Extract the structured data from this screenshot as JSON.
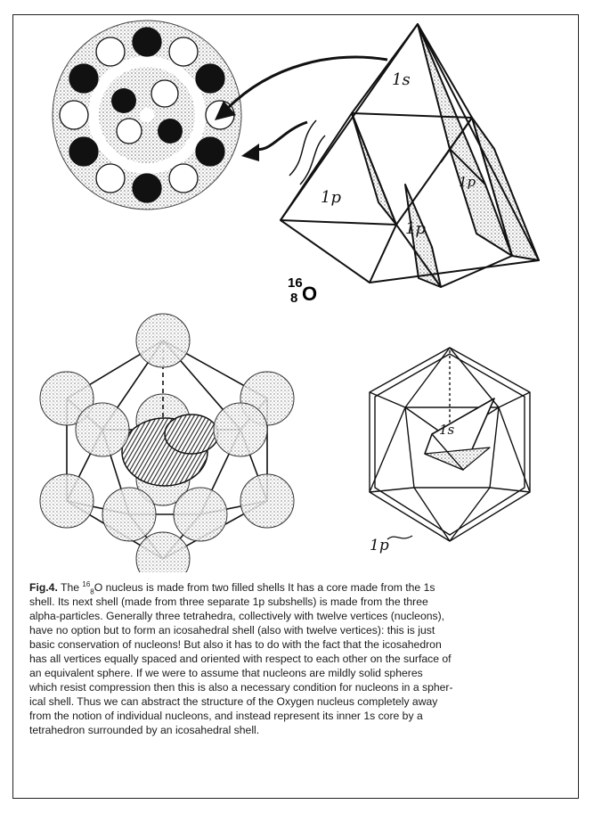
{
  "figure": {
    "top_labels": {
      "tetra_apex": "1s",
      "tetra_left": "1p",
      "tetra_mid": "1p",
      "tetra_right": "1p"
    },
    "center_label": {
      "mass_number": "16",
      "atomic_number": "8",
      "element": "O"
    },
    "bottom_labels": {
      "core": "1s",
      "shell": "1p"
    },
    "colors": {
      "ink": "#111111",
      "stipple": "#9a9a9a",
      "frame": "#222222"
    }
  },
  "caption": {
    "fig_label": "Fig.4.",
    "lines": [
      "shell.  Its next shell (made from three separate 1p subshells) is made from the three",
      "alpha-particles.  Generally three tetrahedra, collectively with twelve vertices (nucleons),",
      "have no option but to form an icosahedral shell (also with twelve vertices):  this is just",
      "basic conservation of nucleons!  But also it has to do with the fact that the icosahedron",
      "has all vertices equally spaced and oriented with respect to each other on the surface of",
      "an equivalent sphere.  If we were to assume that nucleons are mildly solid spheres",
      "which resist compression then this is also a necessary condition for nucleons in a spher-",
      "ical shell.  Thus we can abstract the structure of the Oxygen nucleus completely away",
      "from the notion of individual nucleons, and instead represent its inner 1s core by a",
      "tetrahedron surrounded by an icosahedral shell."
    ],
    "first_line": {
      "pre": "The ",
      "sup": "16",
      "sub": "8",
      "element": "O",
      "post": " nucleus is made from two filled shells  It has a core made from the 1s"
    }
  }
}
